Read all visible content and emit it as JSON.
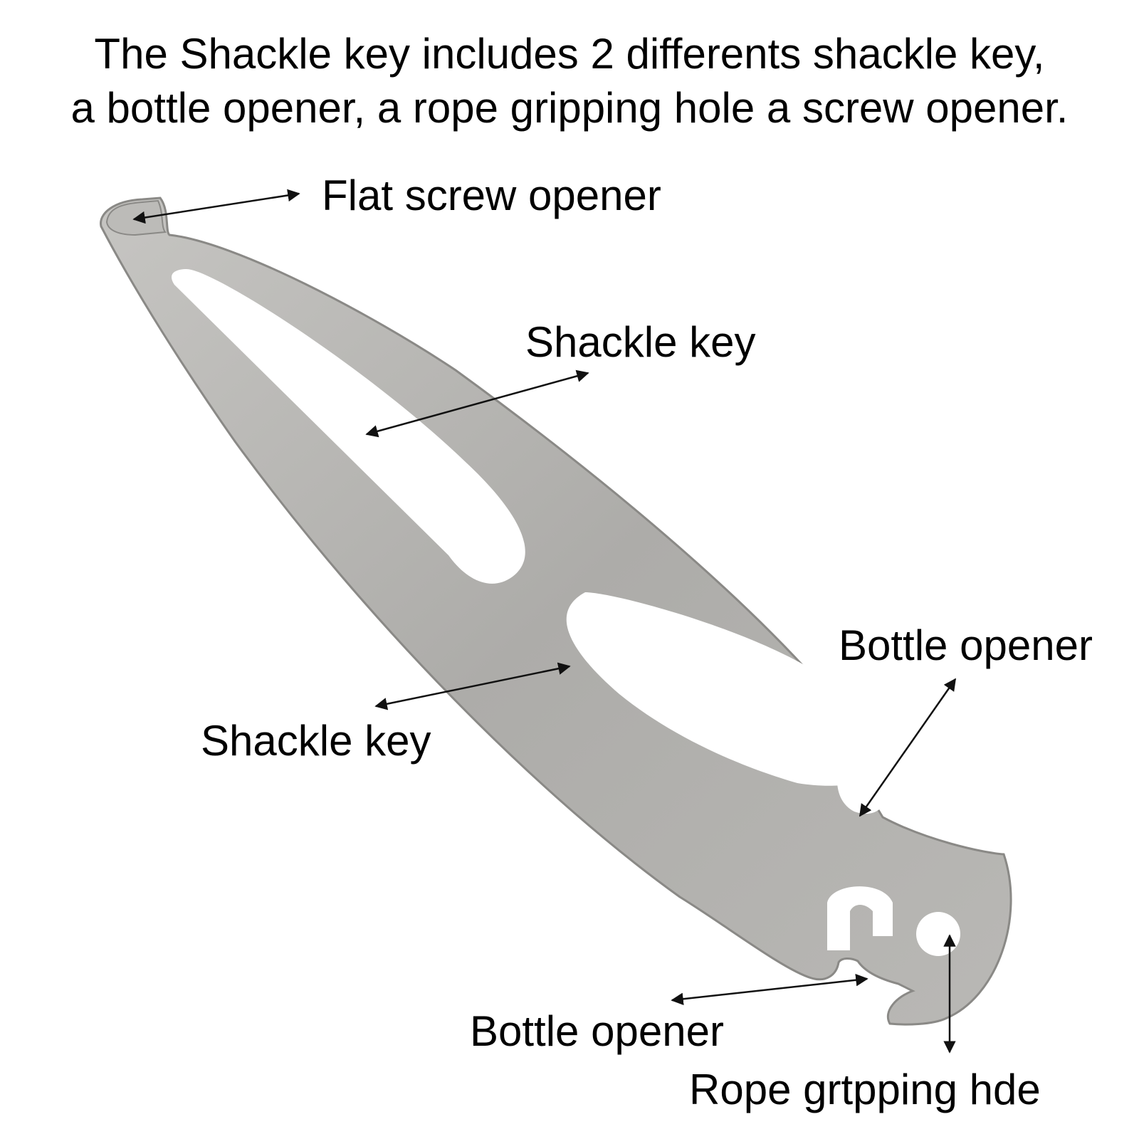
{
  "header": {
    "line1": "The Shackle key includes 2 differents shackle key,",
    "line2": "a bottle opener, a rope gripping hole a screw opener."
  },
  "labels": {
    "flat_screw_opener": "Flat screw opener",
    "shackle_key_upper": "Shackle key",
    "shackle_key_lower": "Shackle key",
    "bottle_opener_right": "Bottle opener",
    "bottle_opener_bottom": "Bottle opener",
    "rope_gripping_hole": "Rope grtpping hde"
  },
  "colors": {
    "background": "#ffffff",
    "text": "#000000",
    "metal": "#aeadaa",
    "metal_edge": "#8a8986",
    "arrow": "#111111"
  }
}
